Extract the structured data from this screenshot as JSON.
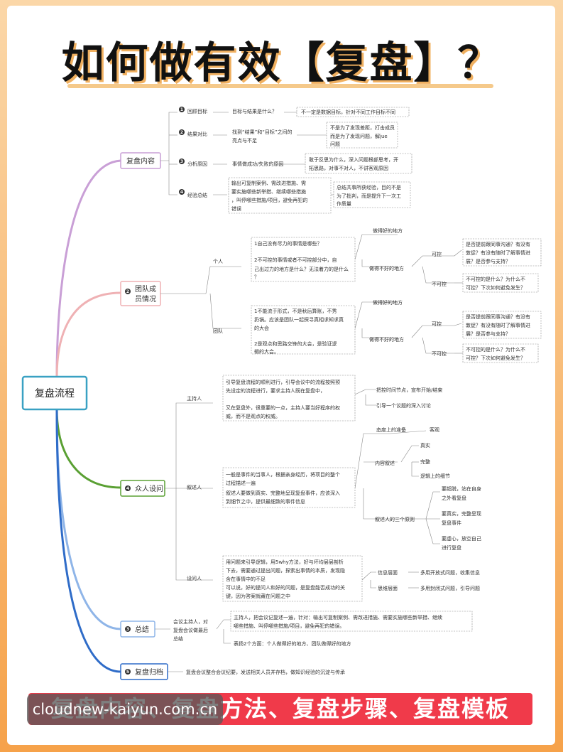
{
  "title": "如何做有效【复盘】？",
  "root": "复盘流程",
  "branches": [
    {
      "num": "1",
      "label": "复盘内容"
    },
    {
      "num": "2",
      "label": "团队成员情况"
    },
    {
      "num": "4",
      "label": "众人设问"
    },
    {
      "num": "3",
      "label": "总结"
    },
    {
      "num": "5",
      "label": "复盘归档"
    }
  ],
  "content": {
    "items": [
      {
        "num": "1",
        "label": "回顾目标",
        "desc": "目标与结果是什么？",
        "note": "不一定是数据目标，针对不同工作目标不同"
      },
      {
        "num": "2",
        "label": "结果对比",
        "desc": [
          "找到“结果”和“目标”之间的",
          "亮点与不足"
        ],
        "note": [
          "不是为了发现差距，打击成员",
          "而是为了发现问题，解jue",
          "问题"
        ]
      },
      {
        "num": "3",
        "label": "分析原因",
        "desc": "事情做成功/失败的原因",
        "note": [
          "敢于反思为什么，深入问题根部思考，开",
          "拓思路，对事不对人，不讲客观原因"
        ]
      },
      {
        "num": "4",
        "label": "经验总结",
        "desc": [
          "输出可复制案例、需改进措施、需",
          "要实施哪些新举措、继续哪些措施",
          "，叫停哪些措施/项目，避免再犯的",
          "错误"
        ],
        "note": [
          "总结共事所获经验，目的不是",
          "为了批判，而是提升下一次工",
          "作质量"
        ]
      }
    ]
  },
  "team": {
    "individual": "个人",
    "group": "团队",
    "individual_box": [
      "1自己没有尽力的事情是哪些？",
      "2不可控的事情或者不可控部分中，自",
      "己出过力的地方是什么？无法着力的是什么",
      "？"
    ],
    "group_box": [
      "1不能流于形式，不是秋后算账，不秀",
      "扔锅。应该是团队一起探寻真相求知求真",
      "的大会",
      "2是观点和思路交锋的大会，是验证逻",
      "辑的大会。"
    ],
    "good": "做得好的地方",
    "bad": "做得不好的地方",
    "controllable": "可控",
    "uncontrollable": "不可控",
    "ctrl_q": [
      "是否提前跟同事沟通？有没有",
      "敦促？有没有随时了解事情进",
      "展？是否参与支持？"
    ],
    "unctrl_q": [
      "不可控的是什么？为什么不",
      "可控？下次如何避免发生？"
    ]
  },
  "ask": {
    "host": "主持人",
    "host_box": [
      "引导复盘流程的顺利进行，引导会议中的流程按照预",
      "先设定的流程进行，要求主持人既在复盘中，",
      "",
      "又在复盘外，很重要的一点，主持人要当好程序的权",
      "威，而不是观点的权威。"
    ],
    "host_tasks": [
      "把控时间节点，宣布开始/结束",
      "引导一个议题的深入讨论"
    ],
    "narrator": "叙述人",
    "narrator_box": [
      "一般是事件的当事人，根据亲身经历，将项目的整个",
      "过程描述一遍",
      "叙述人要做到真实、完整地呈现复盘事件，应该深入",
      "到细节之中，提供最细致的事件信息"
    ],
    "attitude": "态度上的准备",
    "objective": "客观",
    "content_desc": "内容叙述",
    "true": "真实",
    "complete": "完整",
    "detail": "逻辑上的细节",
    "principles": "叙述人的三个原则",
    "p1": [
      "要超脱，站在自身",
      "之外看复盘"
    ],
    "p2": [
      "要真实，完整呈现",
      "复盘事件"
    ],
    "p3": [
      "要虚心，放空自己",
      "进行复盘"
    ],
    "questioner": "设问人",
    "questioner_box": [
      "用问题来引导逻辑，用5why方法，好与坏均层层剖析",
      "下去，需要通过提出问题，探索出事情的本质，发现隐",
      "含在事情中的不足",
      "可以说，好的提问人和好的问题，是复盘能否成功的关",
      "键，因为答案就藏在问题之中"
    ],
    "info": "信息层面",
    "thought": "思维层面",
    "open_q": "多用开放式问题，收集信息",
    "closed_q": "多用封闭式问题，引导问题"
  },
  "summary": {
    "left": [
      "会议主持人，对",
      "复盘会议做最后",
      "总结"
    ],
    "box": [
      "主持人，把会议记复述一遍，针对：输出可复制案例、需改进措施、需要实施哪些新举措、继续",
      "哪些措施、叫停哪些措施/项目，避免再犯的错误。"
    ],
    "note": "表扬2个方面：个人做得好的地方、团队做得好的地方"
  },
  "archive": {
    "text": "复盘会议整合会议纪要，发送相关人员并存档，做知识经验的沉淀与传承"
  },
  "banner": "复盘内容、复盘方法、复盘步骤、复盘模板",
  "watermark": "cloudnew-kaiyun.com.cn",
  "colors": {
    "content": "#c99fd6",
    "team": "#efb1b4",
    "ask": "#5aa033",
    "summary": "#8fb5e8",
    "archive": "#2f6cc8",
    "root": "#3aa1c3",
    "banner": "#f03a4a"
  }
}
